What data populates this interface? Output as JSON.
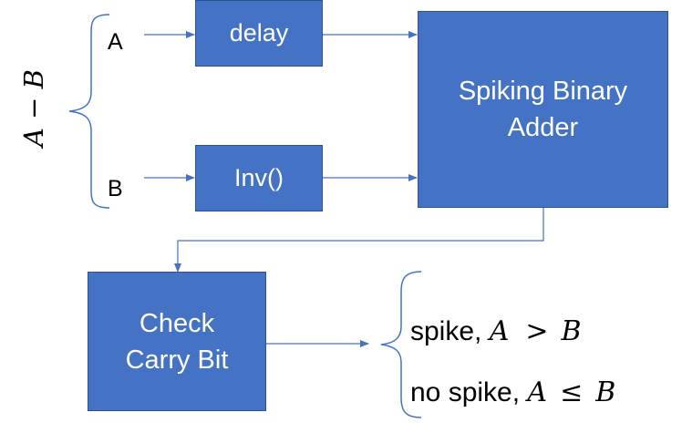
{
  "inputs": {
    "group_label": "A − B",
    "a_label": "A",
    "b_label": "B"
  },
  "boxes": {
    "delay": "delay",
    "inv": "Inv()",
    "adder_line1": "Spiking Binary",
    "adder_line2": "Adder",
    "carry_line1": "Check",
    "carry_line2": "Carry Bit"
  },
  "outputs": {
    "spike_text": "spike, ",
    "spike_lhs": "A",
    "spike_rel": ">",
    "spike_rhs": "B",
    "nospike_text": "no spike, ",
    "nospike_lhs": "A",
    "nospike_rel": "≤",
    "nospike_rhs": "B"
  },
  "colors": {
    "box_fill": "#4472C4",
    "box_border": "#2F528F",
    "line": "#4472C4"
  }
}
